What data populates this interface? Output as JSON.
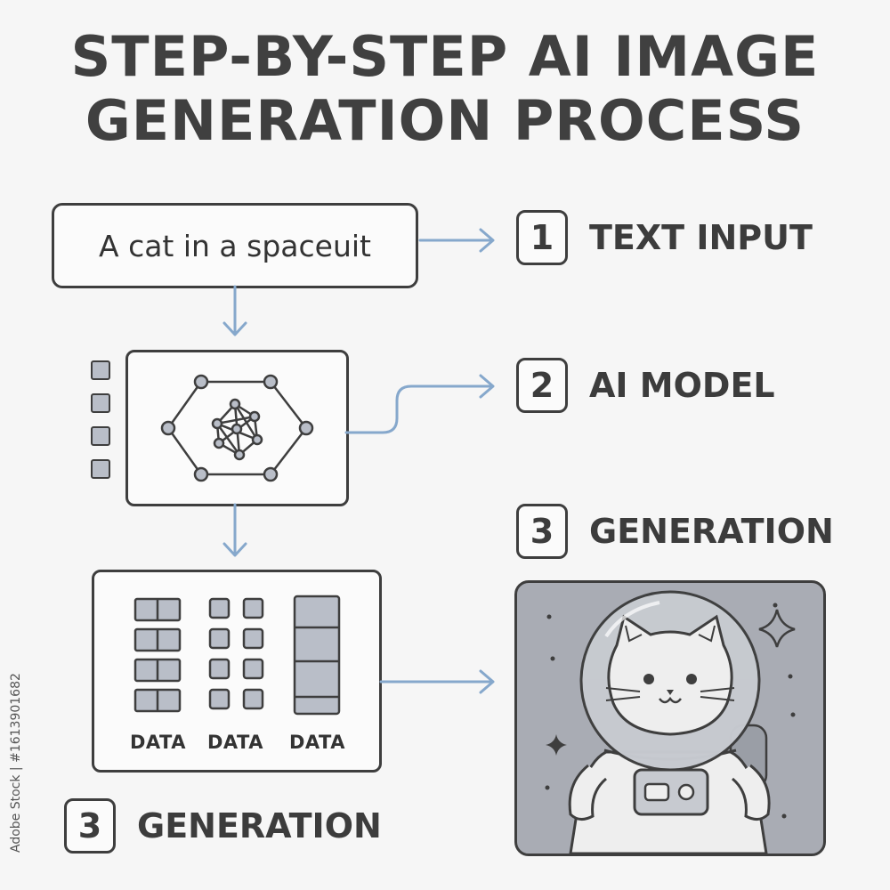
{
  "title": {
    "line1": "STEP-BY-STEP AI IMAGE",
    "line2": "GENERATION PROCESS"
  },
  "prompt_text": "A cat in a spaceuit",
  "steps": [
    {
      "number": "1",
      "label": "TEXT INPUT"
    },
    {
      "number": "2",
      "label": "AI MODEL"
    },
    {
      "number": "3",
      "label": "GENERATION"
    },
    {
      "number": "3",
      "label": "GENERATION"
    }
  ],
  "data_labels": [
    "DATA",
    "DATA",
    "DATA"
  ],
  "watermark": "Adobe Stock | #1613901682",
  "colors": {
    "arrow": "#86a8cc",
    "outline": "#3e3e3e",
    "fill_gray": "#b9bec8",
    "result_bg": "#a9acb4"
  },
  "icons": {
    "model": "neural-network-icon",
    "result": "cat-astronaut-illustration"
  }
}
